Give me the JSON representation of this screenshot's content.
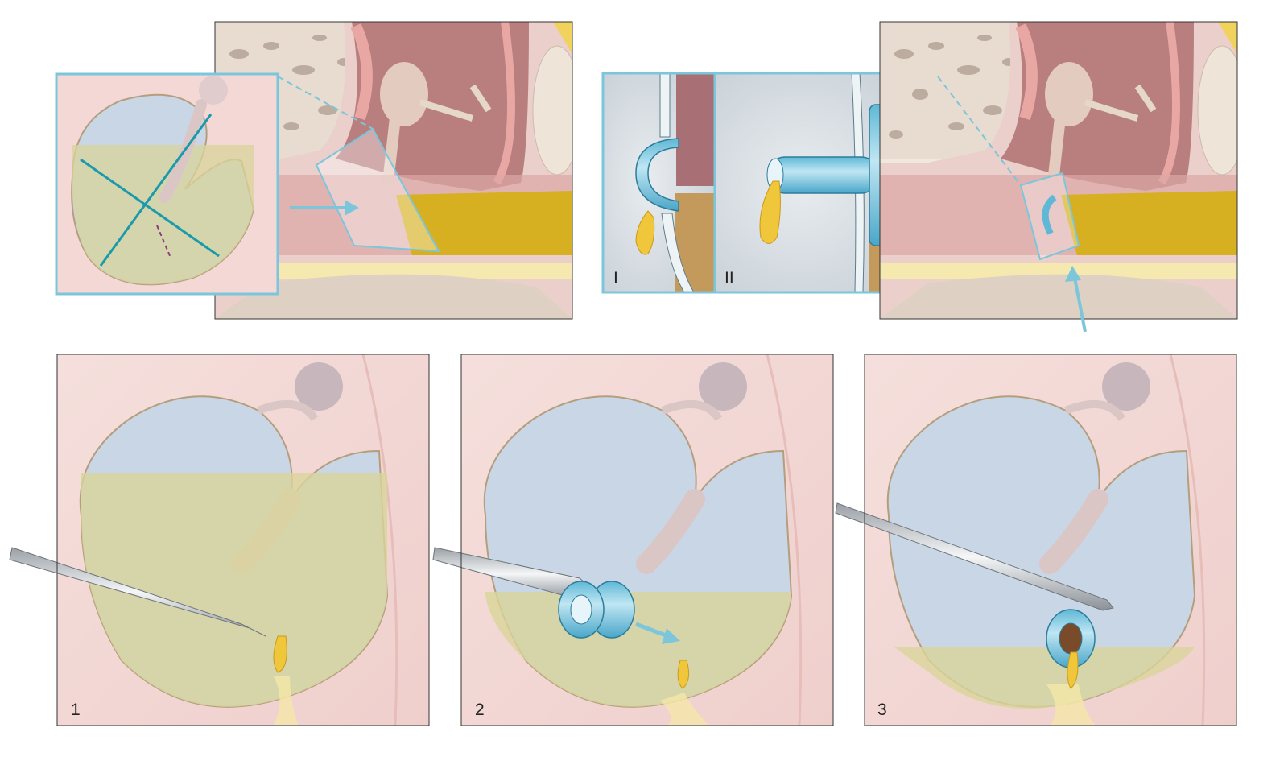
{
  "figure": {
    "inset_labels": [
      "I",
      "II"
    ],
    "step_labels": [
      "1",
      "2",
      "3"
    ]
  },
  "colors": {
    "frame": "#7cc6dc",
    "tube": "#7ccbe3",
    "pus": "#e8c23a",
    "skin": "#f3d8d6",
    "eardrum": "#c9d7e6",
    "fluid": "#d9d49a"
  }
}
